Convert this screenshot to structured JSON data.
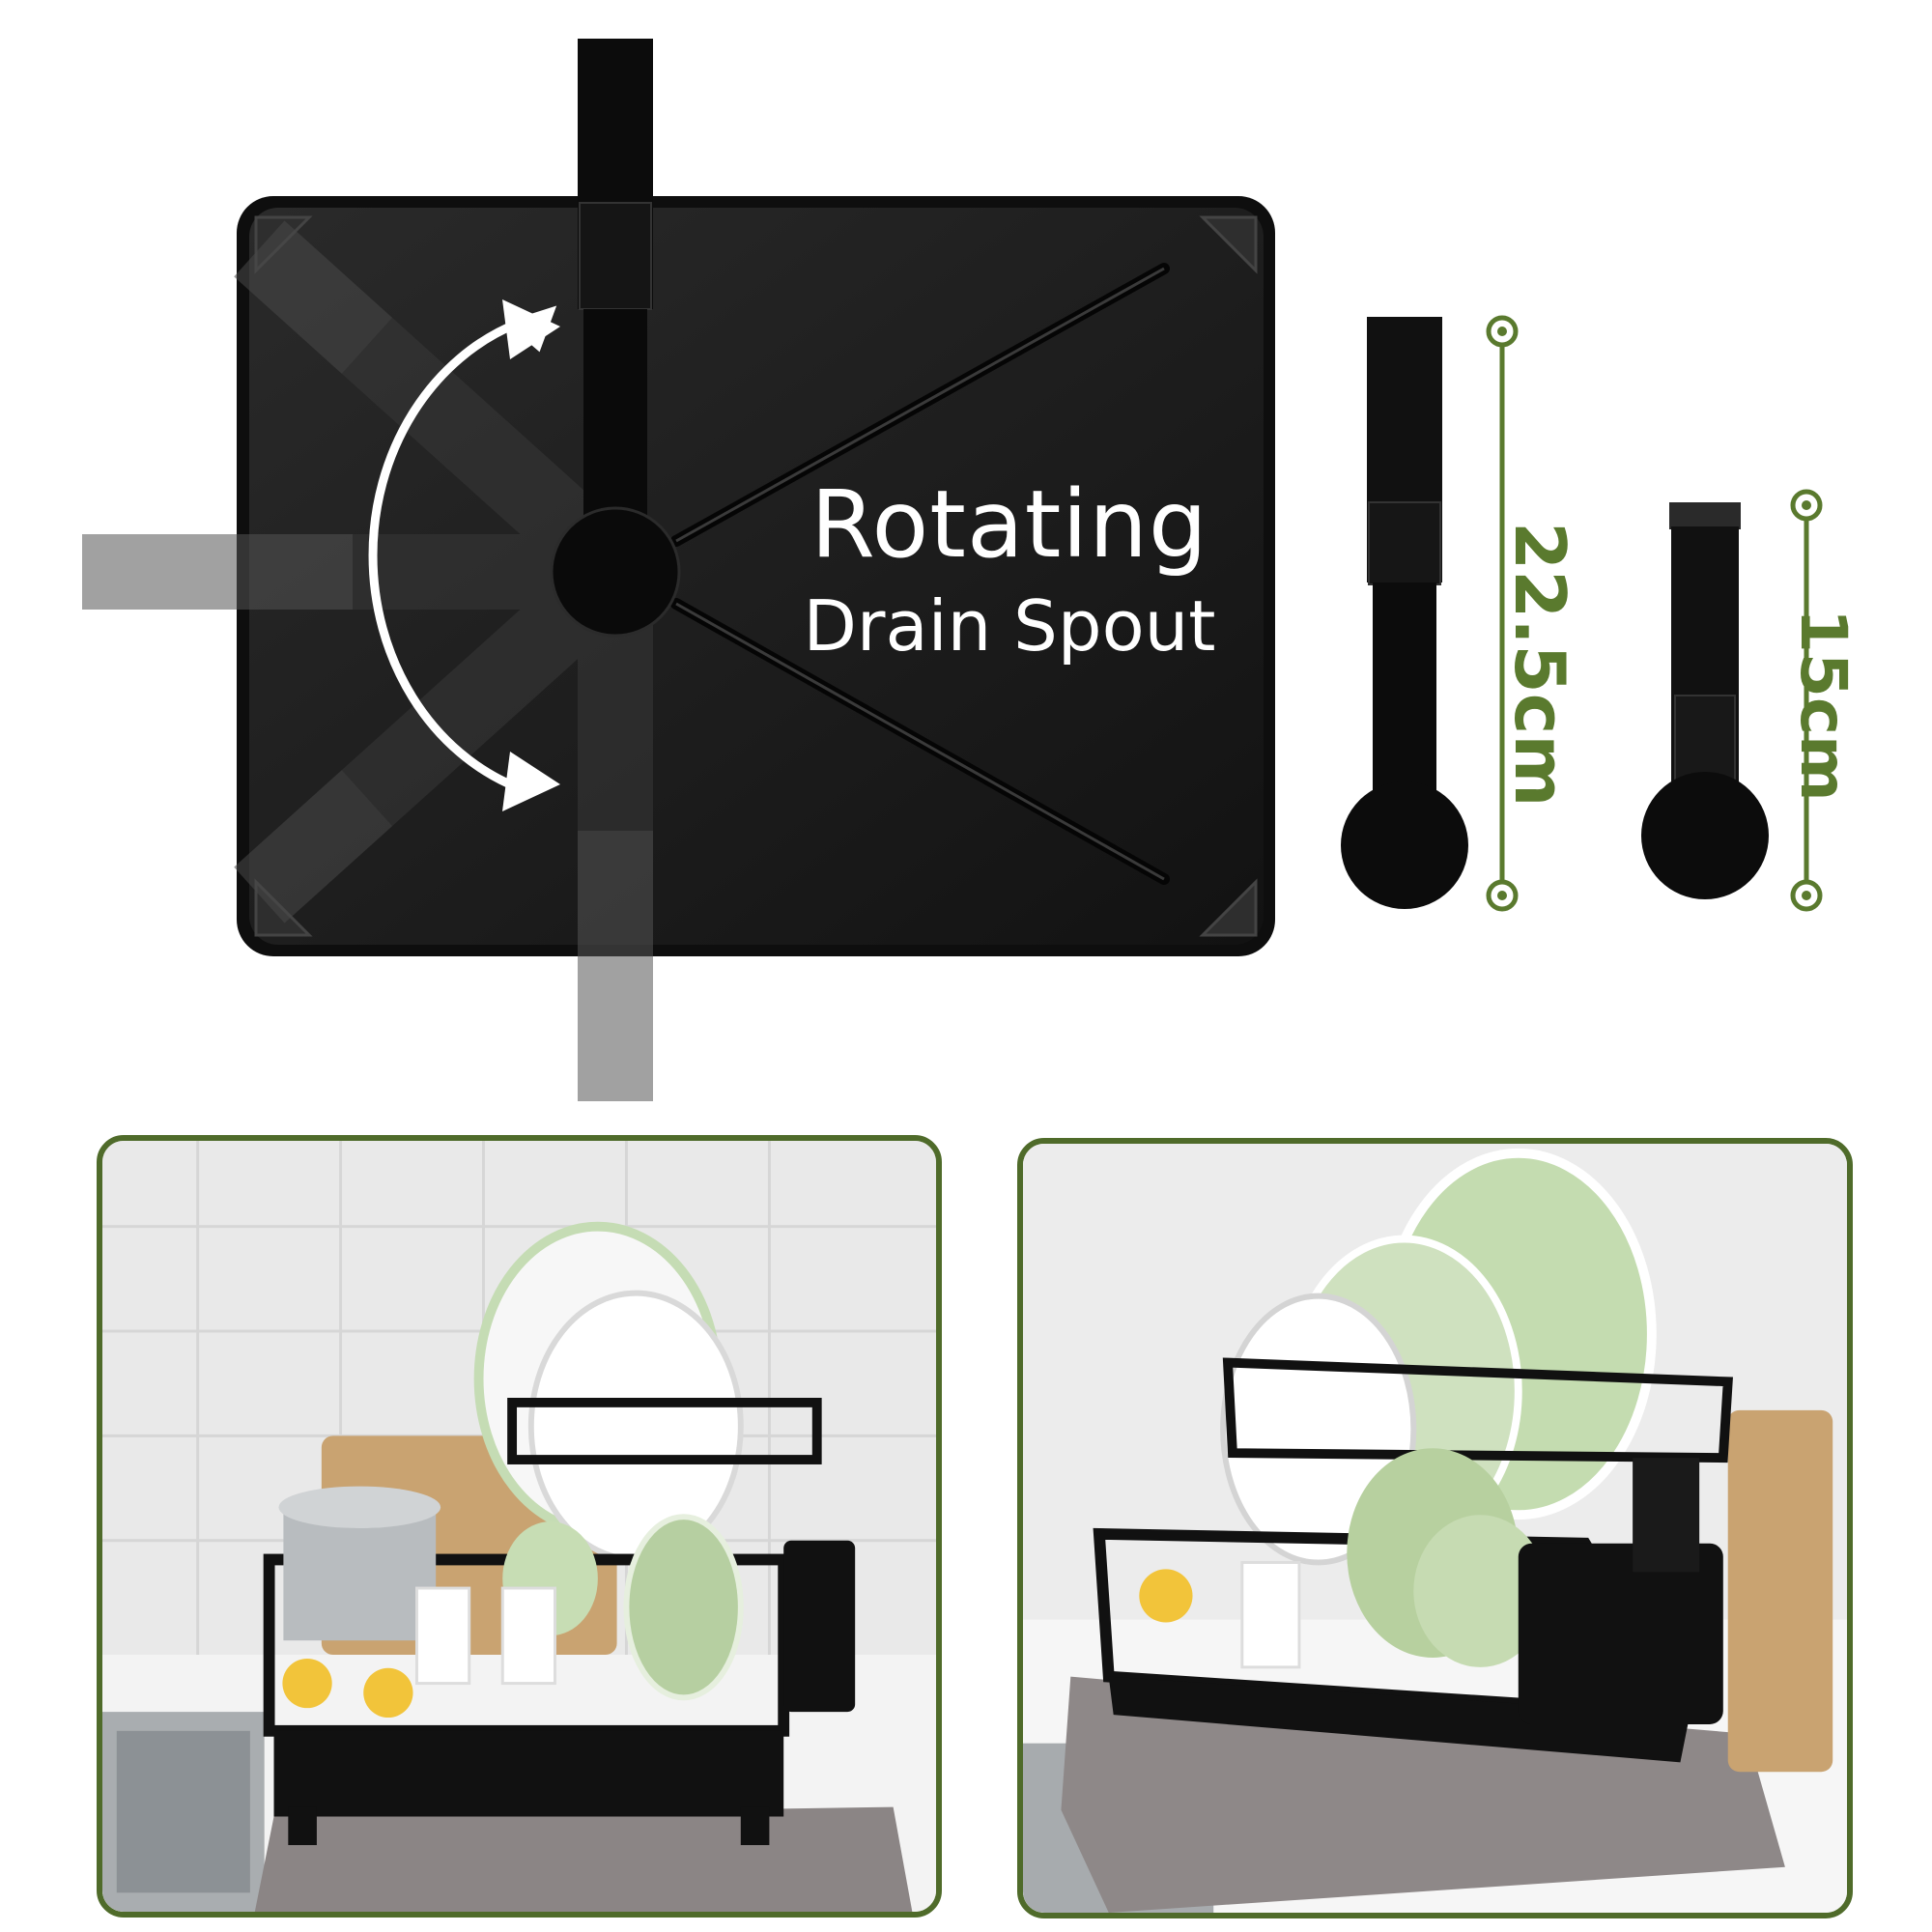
{
  "heading": {
    "line1": "Rotating",
    "line2": "Drain Spout"
  },
  "dimensions": {
    "long_spout": "22.5cm",
    "short_spout": "15cm"
  },
  "colors": {
    "tray": "#1a1a1a",
    "spout": "#111111",
    "accent_green": "#5a7a2e",
    "frame_green": "#4f6b2a",
    "arrow": "#ffffff"
  },
  "icons": {
    "rotation_arrow": "curved-double-arrow-icon",
    "dimension_marker": "target-dot-icon"
  }
}
